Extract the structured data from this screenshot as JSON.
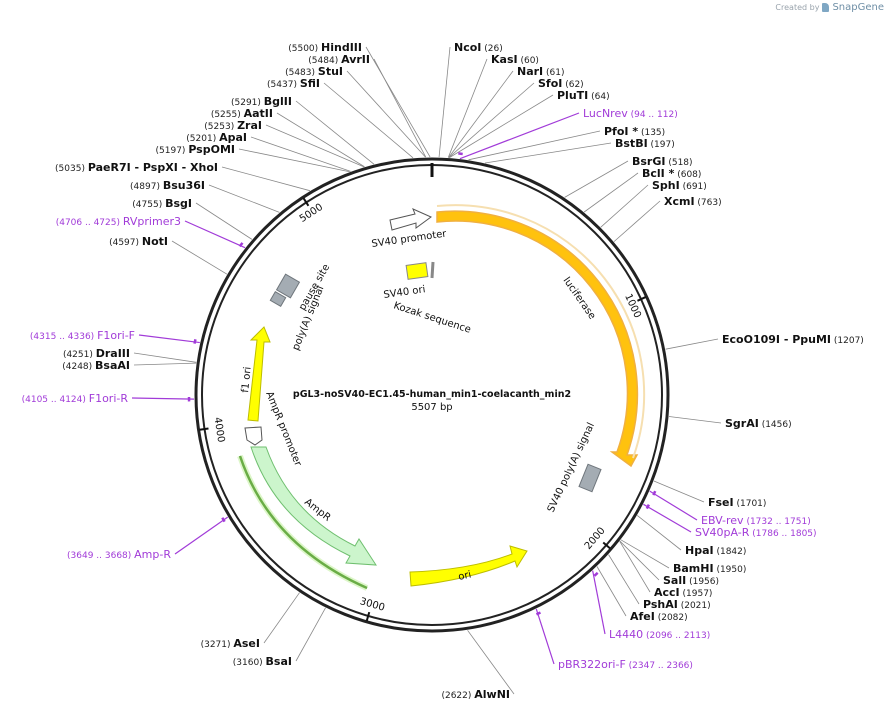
{
  "brand": {
    "created_by": "Created by",
    "name": "SnapGene",
    "icon": "snapgene-logo-icon"
  },
  "plasmid": {
    "name": "pGL3-noSV40-EC1.45-human_min1-coelacanth_min2",
    "length_label": "5507 bp",
    "length": 5507
  },
  "ticks": [
    {
      "pos": 1000,
      "label": "1000"
    },
    {
      "pos": 2000,
      "label": "2000"
    },
    {
      "pos": 3000,
      "label": "3000"
    },
    {
      "pos": 4000,
      "label": "4000"
    },
    {
      "pos": 5000,
      "label": "5000"
    }
  ],
  "sites": [
    {
      "name": "HindIII",
      "pos": "(5500)",
      "side": "L"
    },
    {
      "name": "AvrII",
      "pos": "(5484)",
      "side": "L"
    },
    {
      "name": "StuI",
      "pos": "(5483)",
      "side": "L"
    },
    {
      "name": "SfiI",
      "pos": "(5437)",
      "side": "L"
    },
    {
      "name": "BglII",
      "pos": "(5291)",
      "side": "L"
    },
    {
      "name": "AatII",
      "pos": "(5255)",
      "side": "L"
    },
    {
      "name": "ZraI",
      "pos": "(5253)",
      "side": "L"
    },
    {
      "name": "ApaI",
      "pos": "(5201)",
      "side": "L"
    },
    {
      "name": "PspOMI",
      "pos": "(5197)",
      "side": "L"
    },
    {
      "name": "PaeR7I - PspXI - XhoI",
      "pos": "(5035)",
      "side": "L"
    },
    {
      "name": "Bsu36I",
      "pos": "(4897)",
      "side": "L"
    },
    {
      "name": "BsgI",
      "pos": "(4755)",
      "side": "L"
    },
    {
      "name": "NotI",
      "pos": "(4597)",
      "side": "L"
    },
    {
      "name": "DraIII",
      "pos": "(4251)",
      "side": "L"
    },
    {
      "name": "BsaAI",
      "pos": "(4248)",
      "side": "L"
    },
    {
      "name": "AseI",
      "pos": "(3271)",
      "side": "L"
    },
    {
      "name": "BsaI",
      "pos": "(3160)",
      "side": "L"
    },
    {
      "name": "AlwNI",
      "pos": "(2622)",
      "side": "L"
    },
    {
      "name": "NcoI",
      "pos": "(26)",
      "side": "R"
    },
    {
      "name": "KasI",
      "pos": "(60)",
      "side": "R"
    },
    {
      "name": "NarI",
      "pos": "(61)",
      "side": "R"
    },
    {
      "name": "SfoI",
      "pos": "(62)",
      "side": "R"
    },
    {
      "name": "PluTI",
      "pos": "(64)",
      "side": "R"
    },
    {
      "name": "PfoI *",
      "pos": "(135)",
      "side": "R"
    },
    {
      "name": "BstBI",
      "pos": "(197)",
      "side": "R"
    },
    {
      "name": "BsrGI",
      "pos": "(518)",
      "side": "R"
    },
    {
      "name": "BclI *",
      "pos": "(608)",
      "side": "R"
    },
    {
      "name": "SphI",
      "pos": "(691)",
      "side": "R"
    },
    {
      "name": "XcmI",
      "pos": "(763)",
      "side": "R"
    },
    {
      "name": "EcoO109I - PpuMI",
      "pos": "(1207)",
      "side": "R"
    },
    {
      "name": "SgrAI",
      "pos": "(1456)",
      "side": "R"
    },
    {
      "name": "FseI",
      "pos": "(1701)",
      "side": "R"
    },
    {
      "name": "HpaI",
      "pos": "(1842)",
      "side": "R"
    },
    {
      "name": "BamHI",
      "pos": "(1950)",
      "side": "R"
    },
    {
      "name": "SalI",
      "pos": "(1956)",
      "side": "R"
    },
    {
      "name": "AccI",
      "pos": "(1957)",
      "side": "R"
    },
    {
      "name": "PshAI",
      "pos": "(2021)",
      "side": "R"
    },
    {
      "name": "AfeI",
      "pos": "(2082)",
      "side": "R"
    }
  ],
  "primers": [
    {
      "name": "LucNrev",
      "pos": "(94 .. 112)",
      "side": "R"
    },
    {
      "name": "RVprimer3",
      "pos": "(4706 .. 4725)",
      "side": "L"
    },
    {
      "name": "F1ori-F",
      "pos": "(4315 .. 4336)",
      "side": "L"
    },
    {
      "name": "F1ori-R",
      "pos": "(4105 .. 4124)",
      "side": "L"
    },
    {
      "name": "Amp-R",
      "pos": "(3649 .. 3668)",
      "side": "L"
    },
    {
      "name": "EBV-rev",
      "pos": "(1732 .. 1751)",
      "side": "R"
    },
    {
      "name": "SV40pA-R",
      "pos": "(1786 .. 1805)",
      "side": "R"
    },
    {
      "name": "L4440",
      "pos": "(2096 .. 2113)",
      "side": "R"
    },
    {
      "name": "pBR322ori-F",
      "pos": "(2347 .. 2366)",
      "side": "R"
    }
  ],
  "features": [
    {
      "name": "luciferase",
      "start": 60,
      "end": 1710,
      "color": "#ffc20e",
      "kind": "arrow-cw"
    },
    {
      "name": "SV40 poly(A) signal",
      "start": 1750,
      "end": 1960,
      "color": "#a4acb3",
      "kind": "box"
    },
    {
      "name": "ori",
      "start": 2080,
      "end": 2670,
      "color": "#ffff00",
      "kind": "arrow-ccw"
    },
    {
      "name": "AmpR",
      "start": 2830,
      "end": 3690,
      "color": "#ccf5cc",
      "kind": "arrow-ccw"
    },
    {
      "name": "AmpR promoter",
      "start": 3690,
      "end": 3790,
      "color": "#ffffff",
      "kind": "arrow-ccw"
    },
    {
      "name": "f1 ori",
      "start": 3960,
      "end": 4416,
      "color": "#ffff00",
      "kind": "arrow-cw"
    },
    {
      "name": "poly(A) signal",
      "start": 4530,
      "end": 4580,
      "color": "#a4acb3",
      "kind": "box"
    },
    {
      "name": "pause site",
      "start": 4590,
      "end": 4680,
      "color": "#a4acb3",
      "kind": "box"
    },
    {
      "name": "SV40 promoter",
      "start": 5200,
      "end": 5400,
      "color": "#ffffff",
      "kind": "arrow-cw"
    },
    {
      "name": "SV40 ori",
      "start": 5260,
      "end": 5320,
      "color": "#ffff00",
      "kind": "box"
    },
    {
      "name": "Kozak sequence",
      "start": 5490,
      "end": 5500,
      "color": "#a4acb3",
      "kind": "box"
    }
  ]
}
